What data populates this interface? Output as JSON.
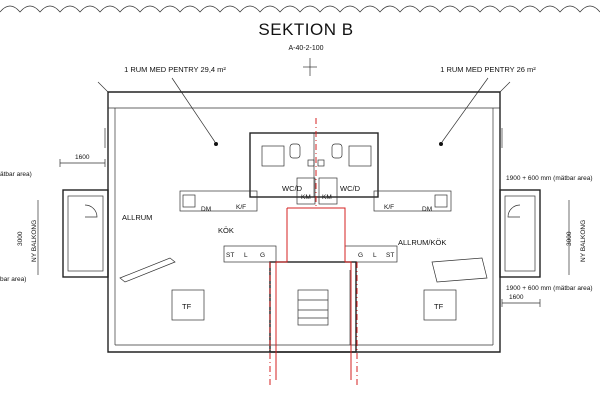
{
  "title": "SEKTION B",
  "drawing_code": "A-40-2-100",
  "rooms": {
    "left_note": "1 RUM MED PENTRY 29,4 m²",
    "right_note": "1 RUM MED PENTRY 26 m²",
    "allrum": "ALLRUM",
    "kok": "KÖK",
    "allrum_kok": "ALLRUM/KÖK",
    "wcd_left": "WC/D",
    "wcd_right": "WC/D",
    "km_left": "KM",
    "km_right": "KM",
    "dm_left": "DM",
    "kf_left": "K/F",
    "dm_right": "DM",
    "kf_right": "K/F",
    "st_left": "ST",
    "l_left": "L",
    "g_left": "G",
    "g_right": "G",
    "l_right": "L",
    "st_right": "ST",
    "tf_left": "TF",
    "tf_right": "TF"
  },
  "dimensions": {
    "dim_1600_left": "1600",
    "dim_1600_right": "1600",
    "dim_1900_top": "1900 + 600 mm (mätbar area)",
    "dim_1900_bottom": "1900 + 600 mm (mätbar area)",
    "left_edge_top": "ätbar area)",
    "left_edge_bottom": "bar area)",
    "balcony_3000_left": "3000",
    "balcony_3000_right": "3000",
    "balcony_left": "NY BALKONG",
    "balcony_right": "NY BALKONG"
  }
}
